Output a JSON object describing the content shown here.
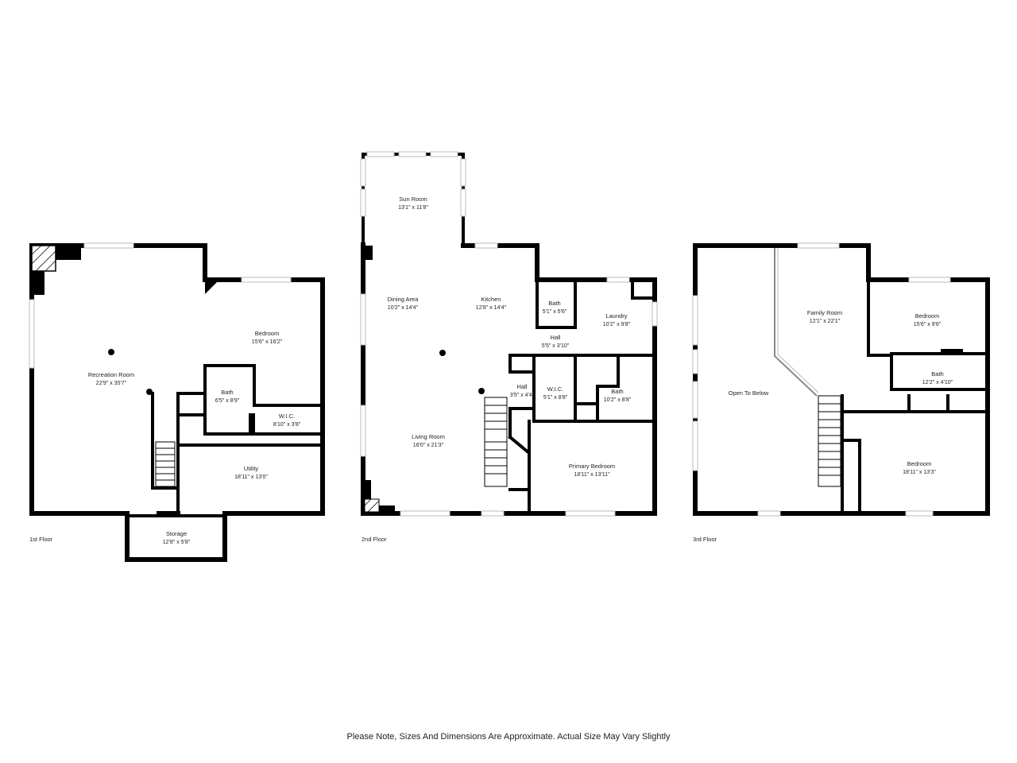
{
  "floors": [
    {
      "label": "1st Floor",
      "rooms": [
        {
          "name": "Recreation Room",
          "dims": "22'9\" x 35'7\""
        },
        {
          "name": "Bedroom",
          "dims": "15'6\" x 16'2\""
        },
        {
          "name": "Bath",
          "dims": "6'5\" x 8'9\""
        },
        {
          "name": "W.I.C.",
          "dims": "8'10\" x 3'8\""
        },
        {
          "name": "Utility",
          "dims": "18'11\" x 13'0\""
        },
        {
          "name": "Storage",
          "dims": "12'8\" x 5'8\""
        }
      ]
    },
    {
      "label": "2nd Floor",
      "rooms": [
        {
          "name": "Sun Room",
          "dims": "13'1\" x 11'8\""
        },
        {
          "name": "Dining Area",
          "dims": "10'2\" x 14'4\""
        },
        {
          "name": "Kitchen",
          "dims": "12'8\" x 14'4\""
        },
        {
          "name": "Bath",
          "dims": "5'1\" x 5'6\""
        },
        {
          "name": "Laundry",
          "dims": "10'2\" x 9'8\""
        },
        {
          "name": "Hall",
          "dims": "5'5\" x 3'10\""
        },
        {
          "name": "Hall",
          "dims": "3'5\" x 4'4\""
        },
        {
          "name": "W.I.C.",
          "dims": "5'1\" x 8'8\""
        },
        {
          "name": "Bath",
          "dims": "10'2\" x 8'8\""
        },
        {
          "name": "Living Room",
          "dims": "16'0\" x 21'3\""
        },
        {
          "name": "Primary Bedroom",
          "dims": "18'11\" x 13'11\""
        }
      ]
    },
    {
      "label": "3rd Floor",
      "rooms": [
        {
          "name": "Family Room",
          "dims": "12'1\" x 22'1\""
        },
        {
          "name": "Bedroom",
          "dims": "15'6\" x 9'6\""
        },
        {
          "name": "Bath",
          "dims": "12'2\" x 4'10\""
        },
        {
          "name": "Open To Below",
          "dims": ""
        },
        {
          "name": "Bedroom",
          "dims": "18'11\" x 13'3\""
        }
      ]
    }
  ],
  "footer_note": "Please Note, Sizes And Dimensions Are Approximate. Actual Size May Vary Slightly"
}
